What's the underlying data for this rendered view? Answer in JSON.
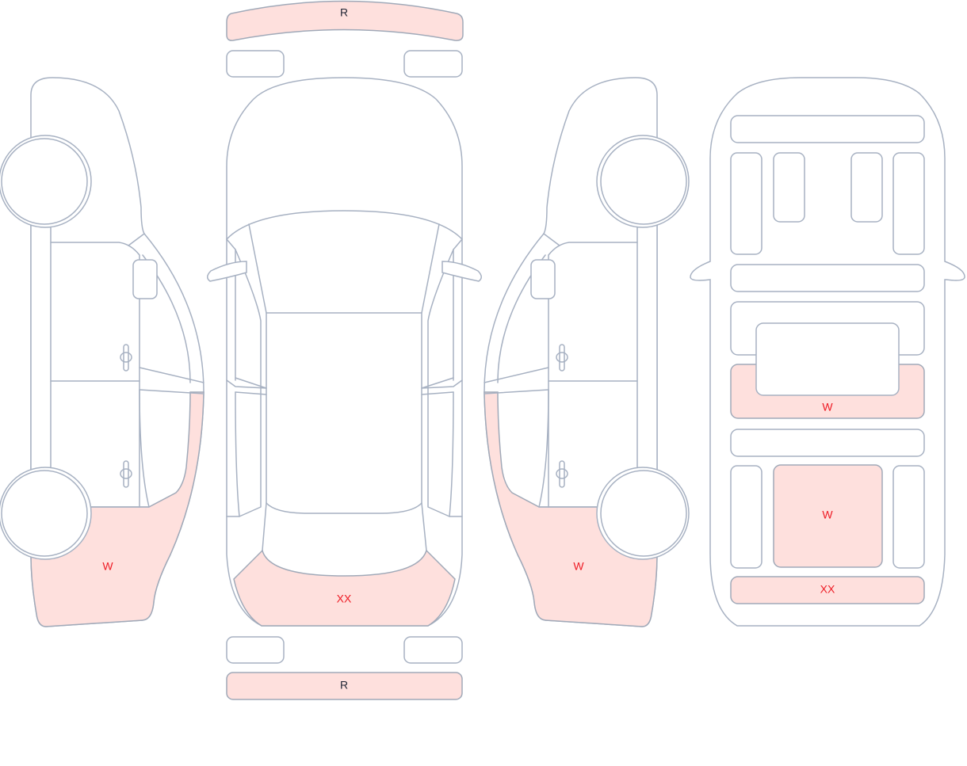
{
  "colors": {
    "damage_fill": "#fee0dd",
    "outline": "#a7b1c2",
    "damage_text": "#ee1c25",
    "normal_text": "#1f2433"
  },
  "labels": {
    "front_bumper": "R",
    "rear_bumper": "R",
    "rear_panel_top": "XX",
    "left_rear_quarter": "W",
    "right_rear_quarter": "W",
    "roof_rear_section": "W",
    "trunk_floor": "W",
    "rear_floor_strip": "XX"
  }
}
